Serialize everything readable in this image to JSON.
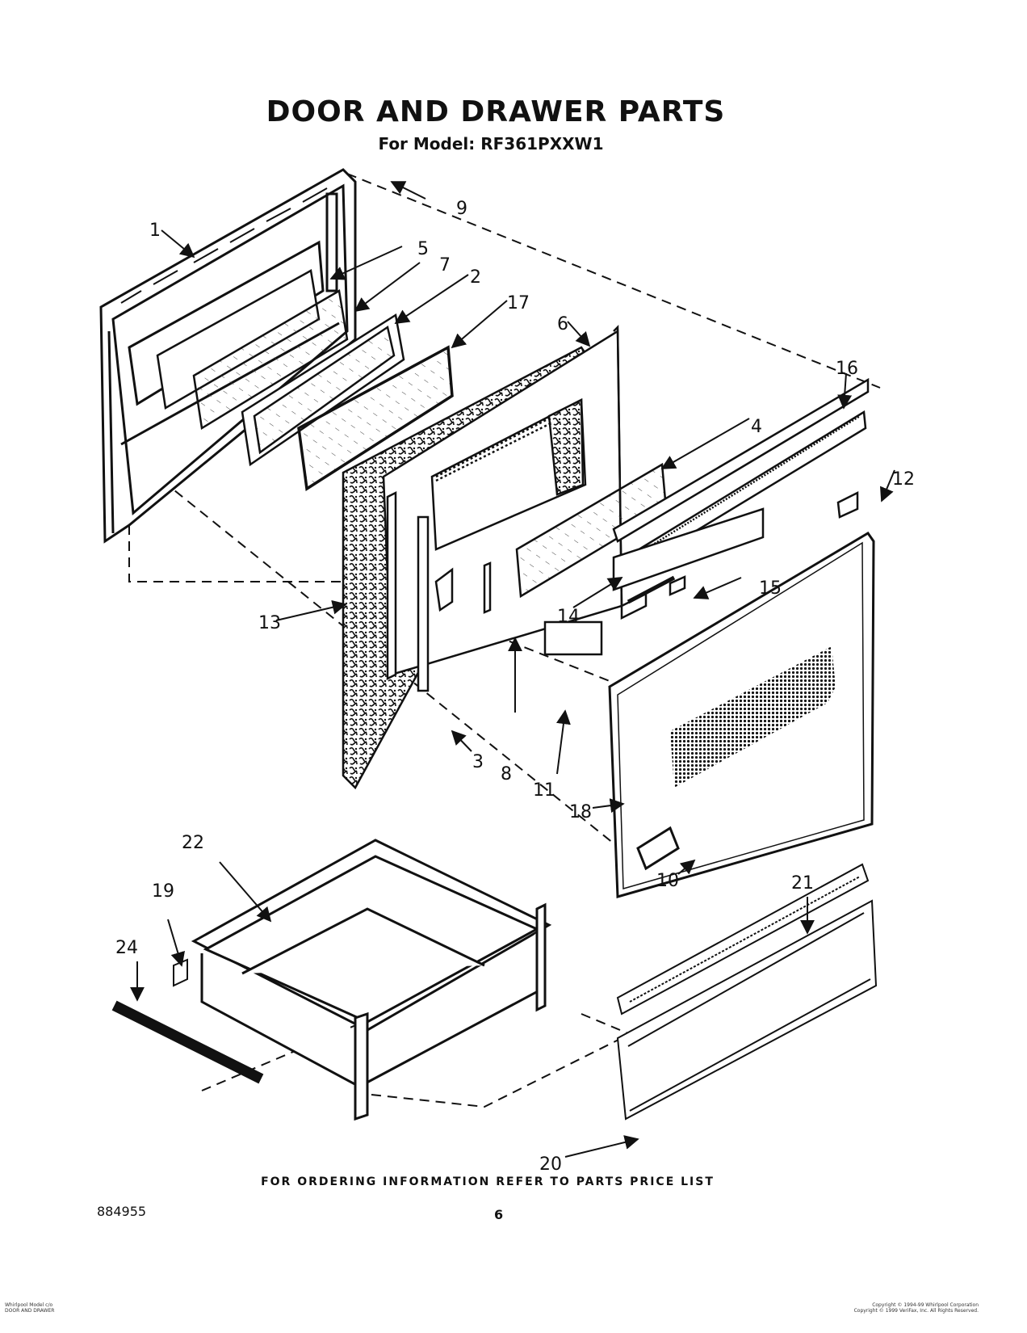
{
  "header": {
    "title": "DOOR AND DRAWER PARTS",
    "subtitle": "For Model: RF361PXXW1"
  },
  "footer": {
    "note": "FOR ORDERING INFORMATION REFER TO PARTS PRICE LIST",
    "doc_number": "884955",
    "page_number": "6",
    "left_small_line1": "Whirlpool Model c/o",
    "left_small_line2": "DOOR AND DRAWER",
    "right_small_line1": "Copyright © 1994-99 Whirlpool Corporation",
    "right_small_line2": "Copyright © 1999 VeriFax, Inc. All Rights Reserved."
  },
  "callouts": {
    "c1": "1",
    "c2": "2",
    "c3": "3",
    "c4": "4",
    "c5": "5",
    "c6": "6",
    "c7": "7",
    "c8": "8",
    "c9": "9",
    "c10": "10",
    "c11": "11",
    "c12": "12",
    "c13": "13",
    "c14": "14",
    "c15": "15",
    "c16": "16",
    "c17": "17",
    "c18": "18",
    "c19": "19",
    "c20": "20",
    "c21": "21",
    "c22": "22",
    "c24": "24"
  }
}
